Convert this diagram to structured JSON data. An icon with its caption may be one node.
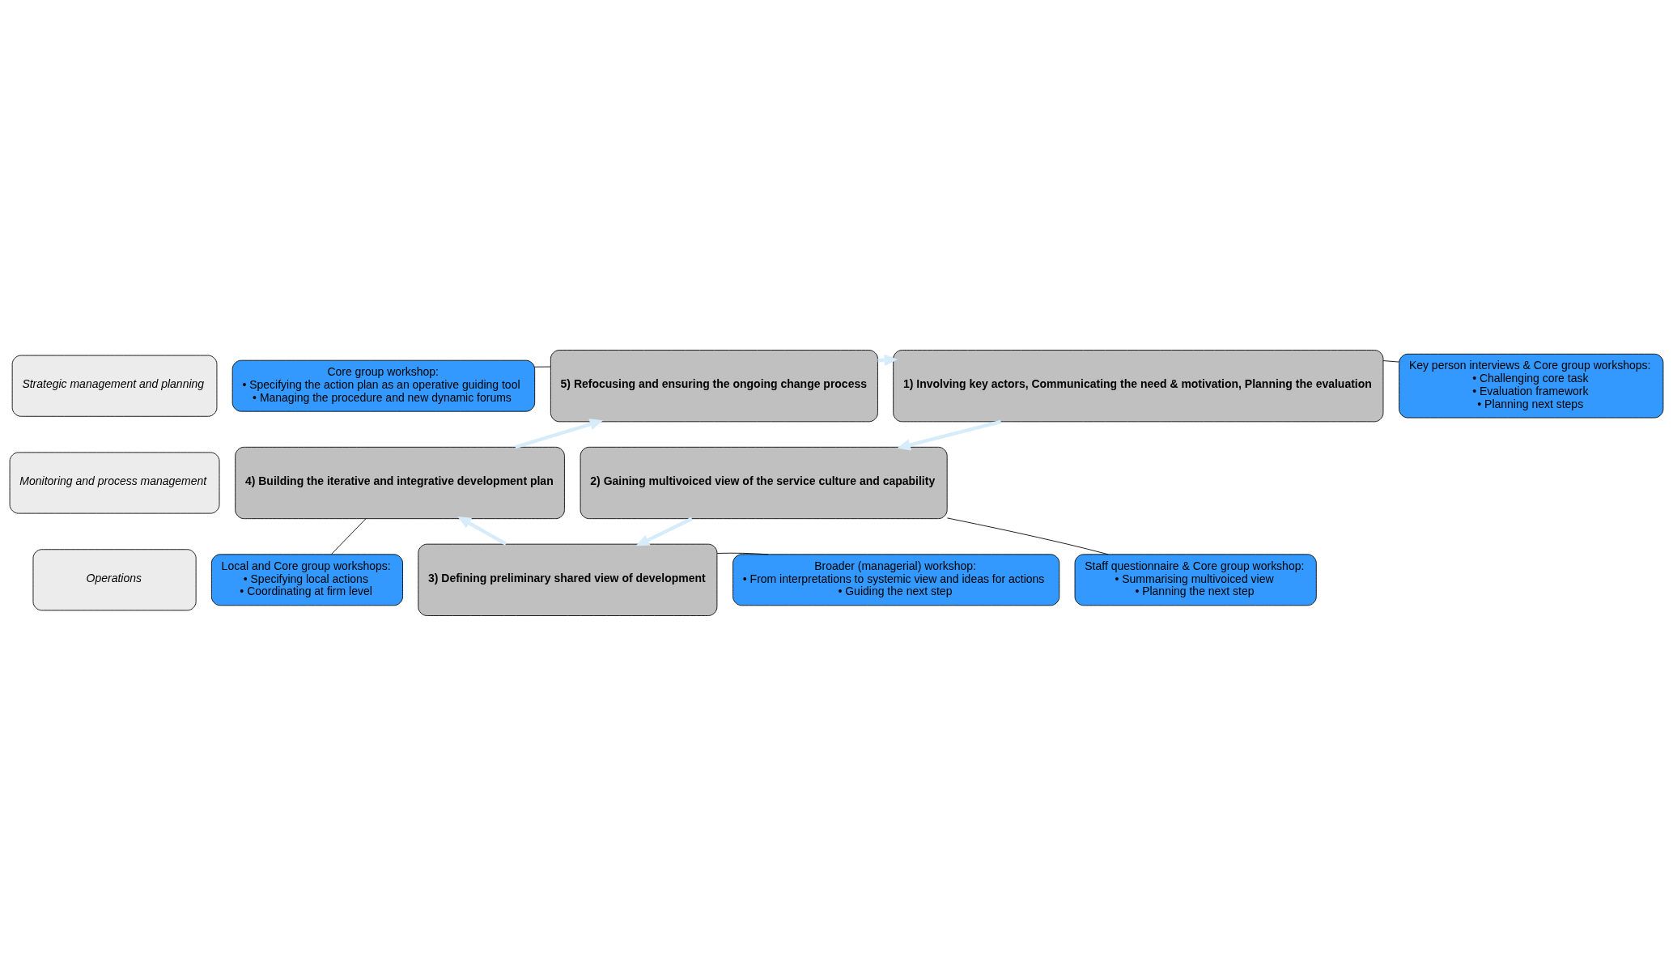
{
  "diagram": {
    "nodes": [
      {
        "text": [
          "Strategic management and planning"
        ]
      },
      {
        "text": [
          "Monitoring and process management"
        ]
      },
      {
        "text": [
          "Operations"
        ]
      },
      {
        "text": [
          "Core group workshop:",
          "• Specifying the action plan as an operative guiding tool",
          "• Managing the procedure and new dynamic forums"
        ]
      },
      {
        "text": [
          "5) Refocusing and ensuring the ongoing change process"
        ]
      },
      {
        "text": [
          "1) Involving key actors, Communicating the need & motivation, Planning the evaluation"
        ]
      },
      {
        "text": [
          "Key person interviews & Core group workshops:",
          "• Challenging core task",
          "• Evaluation framework",
          "• Planning next steps"
        ]
      },
      {
        "text": [
          "4) Building the iterative and integrative development plan"
        ]
      },
      {
        "text": [
          "2) Gaining multivoiced view of the service culture and capability"
        ]
      },
      {
        "text": [
          "3) Defining preliminary shared view of development"
        ]
      },
      {
        "text": [
          "Local and Core group workshops:",
          "• Specifying local actions",
          "• Coordinating at firm level"
        ]
      },
      {
        "text": [
          "Broader (managerial) workshop:",
          "• From interpretations to systemic view and ideas for actions",
          "• Guiding the next step"
        ]
      },
      {
        "text": [
          "Staff questionnaire & Core group workshop:",
          "• Summarising multivoiced view",
          "• Planning the next step"
        ]
      }
    ],
    "edges": [
      {
        "from": 3,
        "to": 4,
        "arrow": "none"
      },
      {
        "from": 6,
        "to": 5,
        "arrow": "none"
      },
      {
        "from": 10,
        "to": 7,
        "arrow": "none"
      },
      {
        "from": 11,
        "to": 9,
        "arrow": "none"
      },
      {
        "from": 12,
        "to": 8,
        "arrow": "none"
      },
      {
        "from": 5,
        "to": 8,
        "arrow": "to",
        "style": "thick",
        "color": "#d6ecfb"
      },
      {
        "from": 8,
        "to": 9,
        "arrow": "to",
        "style": "thick",
        "color": "#d6ecfb"
      },
      {
        "from": 9,
        "to": 7,
        "arrow": "to",
        "style": "thick",
        "color": "#d6ecfb"
      },
      {
        "from": 7,
        "to": 4,
        "arrow": "to",
        "style": "thick",
        "color": "#d6ecfb"
      },
      {
        "from": 4,
        "to": 5,
        "arrow": "to",
        "style": "thick",
        "color": "#d6ecfb"
      }
    ]
  }
}
